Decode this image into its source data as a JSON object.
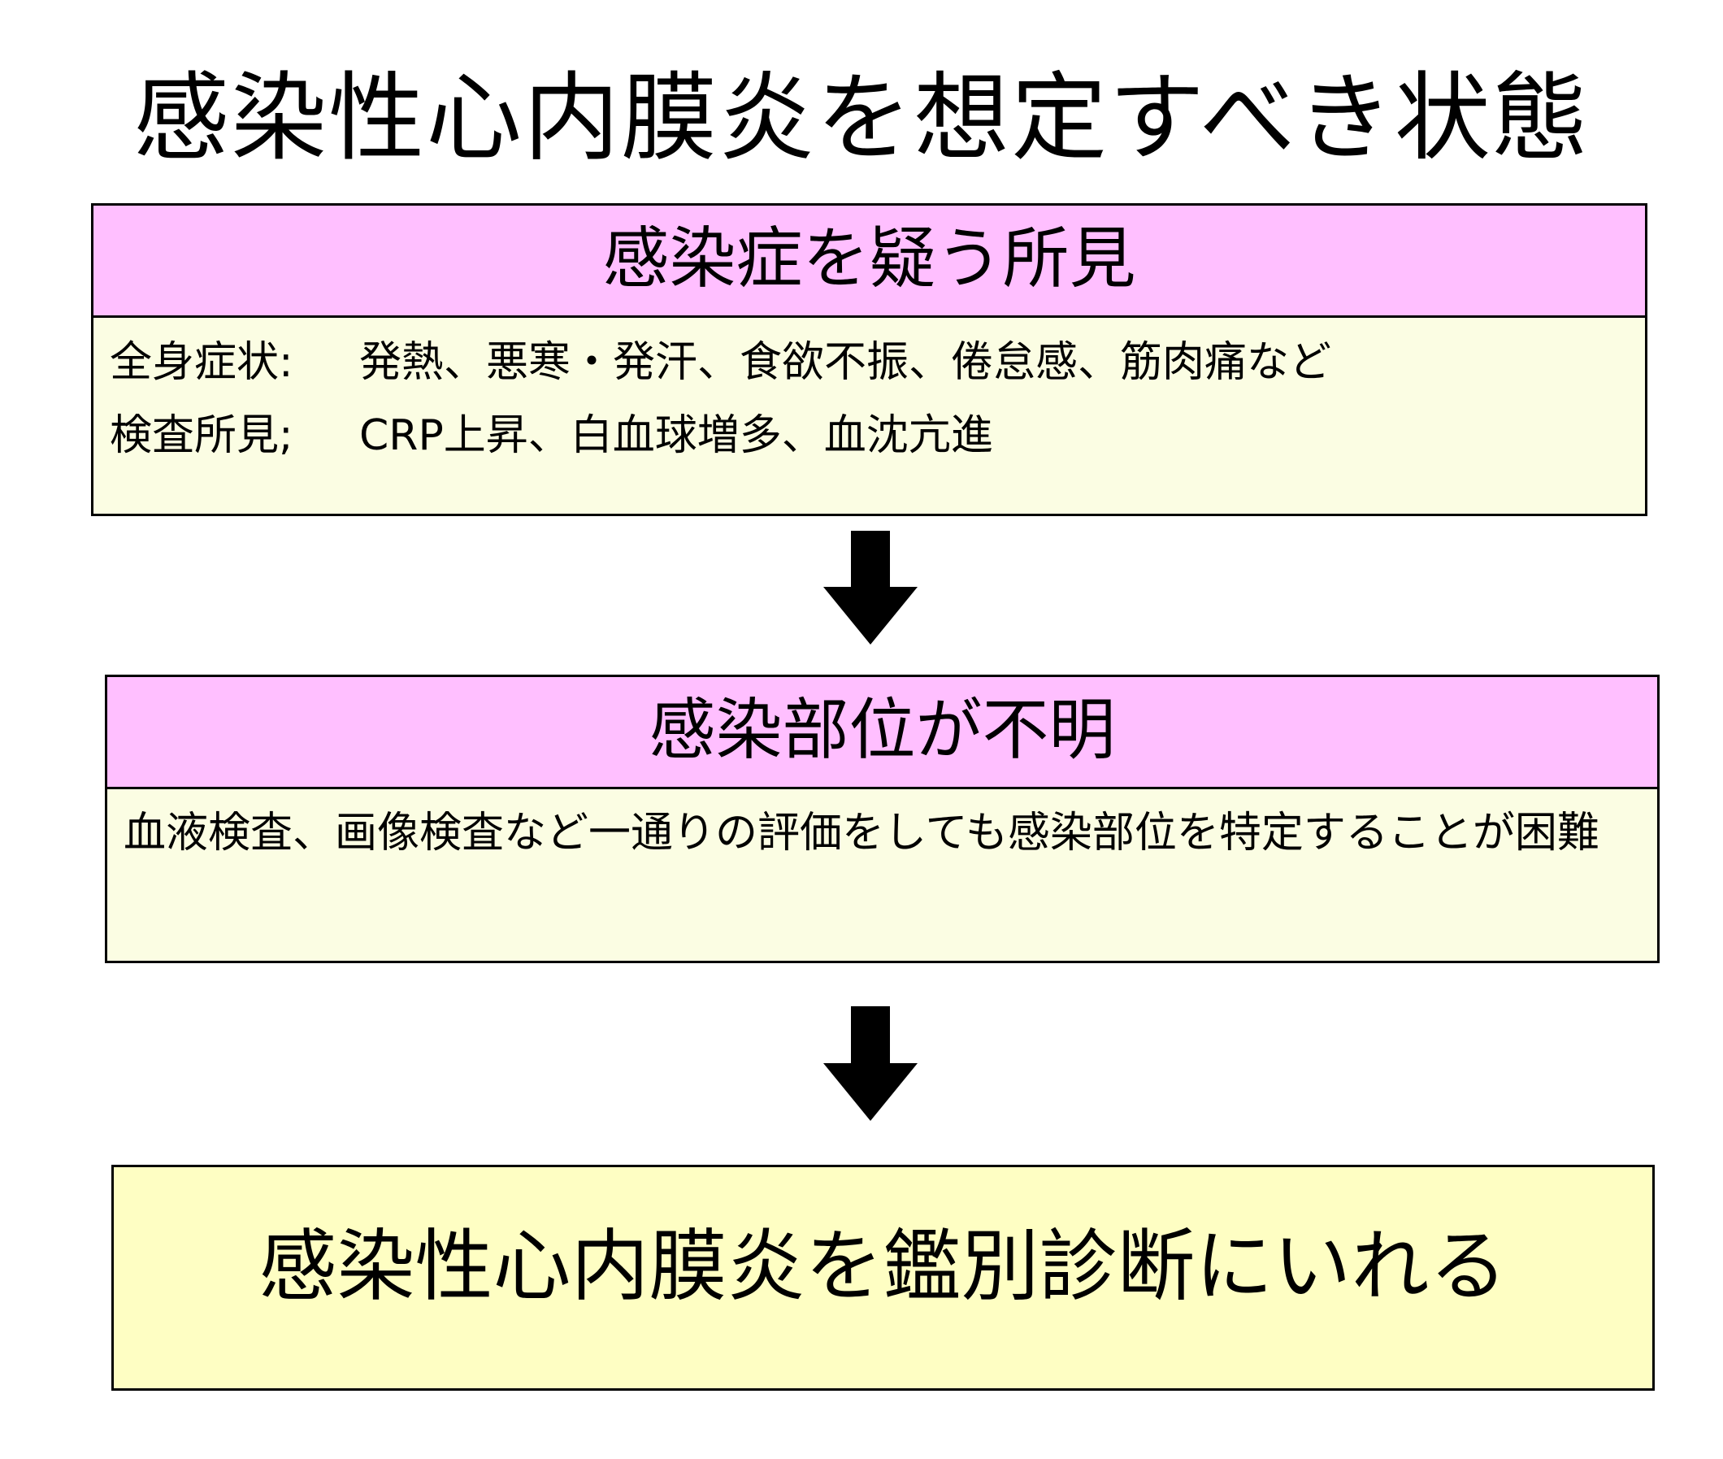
{
  "title": "感染性心内膜炎を想定すべき状態",
  "box1": {
    "header": "感染症を疑う所見",
    "rows": [
      {
        "label": "全身症状:",
        "text": "発熱、悪寒・発汗、食欲不振、倦怠感、筋肉痛など"
      },
      {
        "label": "検査所見;",
        "text": "CRP上昇、白血球増多、血沈亢進"
      }
    ]
  },
  "box2": {
    "header": "感染部位が不明",
    "body": "血液検査、画像検査など一通りの評価をしても感染部位を特定することが困難"
  },
  "box3": {
    "text": "感染性心内膜炎を鑑別診断にいれる"
  },
  "colors": {
    "header_fill": "#ffbfff",
    "body_fill": "#fbfde3",
    "result_fill": "#fefec3",
    "border": "#000000",
    "arrow": "#000000"
  },
  "icons": {
    "arrow1": "down-arrow-icon",
    "arrow2": "down-arrow-icon"
  }
}
